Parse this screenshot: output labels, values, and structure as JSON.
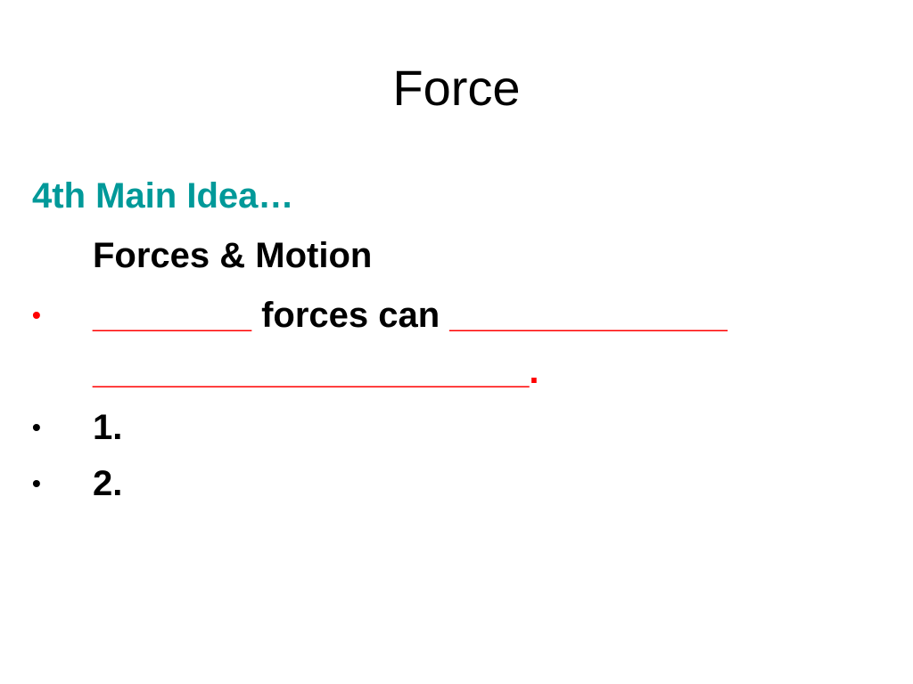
{
  "slide": {
    "title": "Force",
    "main_idea": "4th Main Idea…",
    "subhead": "Forces & Motion",
    "bullets": [
      {
        "marker": "•",
        "segments": [
          {
            "text": "________",
            "color": "#ff0000"
          },
          {
            "text": " forces can ",
            "color": "#000000"
          },
          {
            "text": "______________",
            "color": "#ff0000"
          }
        ]
      },
      {
        "marker": "",
        "segments": [
          {
            "text": "______________________.",
            "color": "#ff0000"
          }
        ]
      },
      {
        "marker": "•",
        "segments": [
          {
            "text": "1.",
            "color": "#000000"
          }
        ]
      },
      {
        "marker": "•",
        "segments": [
          {
            "text": "2.",
            "color": "#000000"
          }
        ]
      }
    ]
  },
  "colors": {
    "accent": "#009999",
    "blank_red": "#ff0000",
    "text_black": "#000000",
    "background": "#ffffff"
  }
}
